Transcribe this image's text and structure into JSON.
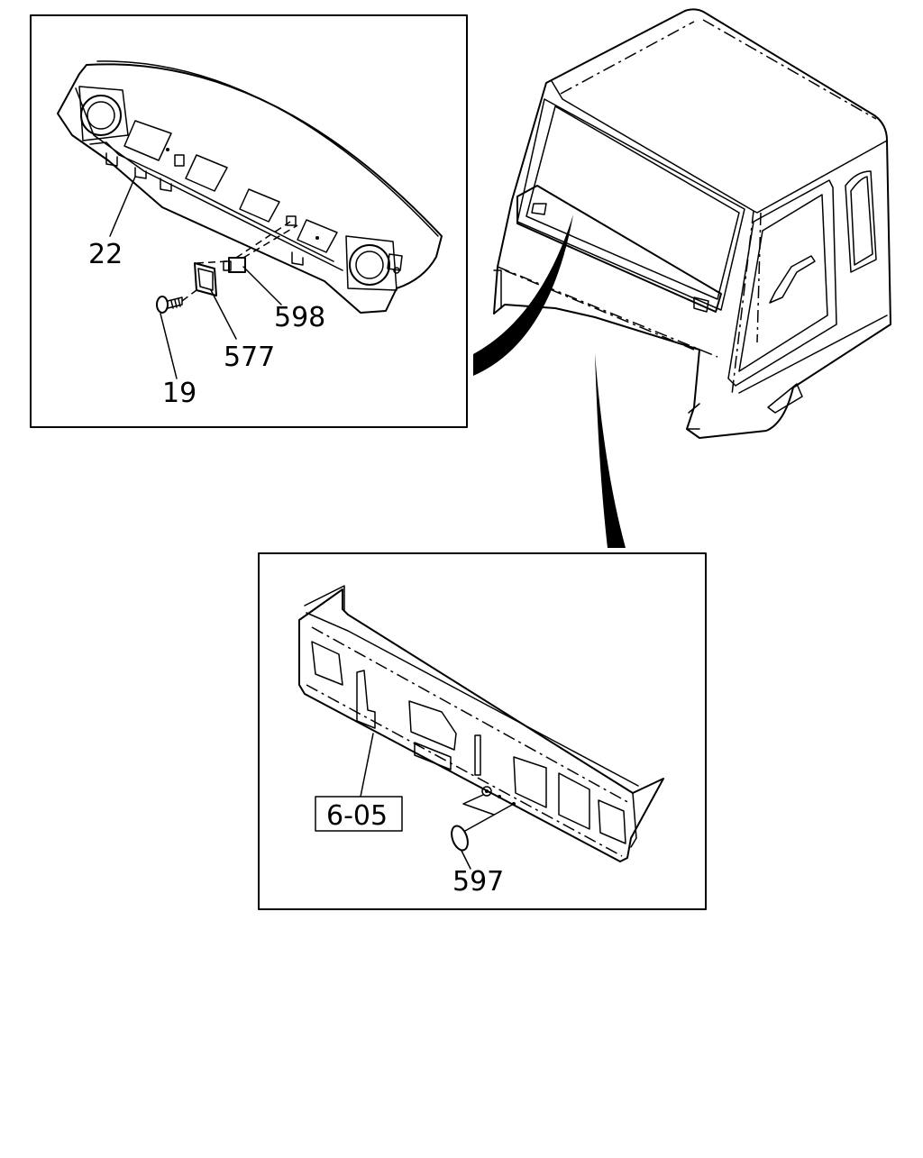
{
  "callouts": {
    "part_22": "22",
    "part_598": "598",
    "part_577": "577",
    "part_19": "19",
    "ref_605": "6-05",
    "part_597": "597"
  },
  "colors": {
    "ink": "#000000",
    "paper": "#ffffff"
  }
}
